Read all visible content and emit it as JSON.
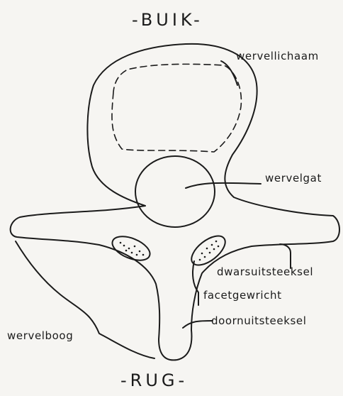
{
  "orientation": {
    "top": "-BUIK-",
    "bottom": "-RUG-"
  },
  "labels": {
    "body": "wervellichaam",
    "foramen": "wervelgat",
    "transverse": "dwarsuitsteeksel",
    "facet": "facetgewricht",
    "spinous": "doornuitsteeksel",
    "arch": "wervelboog"
  },
  "colors": {
    "ink": "#1b1b1b",
    "paper": "#f6f5f2"
  }
}
